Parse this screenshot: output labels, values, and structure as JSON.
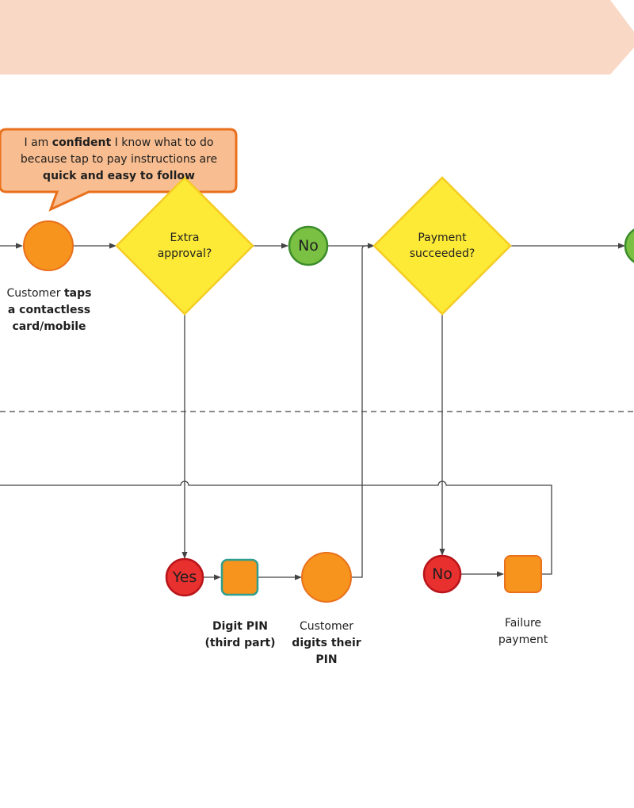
{
  "colors": {
    "banner": "#f9d8c6",
    "orange": "#f7941d",
    "orange_stroke": "#e9701c",
    "callout_fill": "#f8b98a",
    "yellow": "#fdea37",
    "yellow_stroke": "#f5cc24",
    "green": "#7ac143",
    "green_stroke": "#3b8c2a",
    "red": "#e8312f",
    "red_stroke": "#b8141a",
    "teal_stroke": "#2e9e8f",
    "line": "#444444"
  },
  "callout": {
    "line1_a": "I am ",
    "line1_b": "confident",
    "line1_c": " I know what to do",
    "line2": "because tap to pay instructions are",
    "line3": "quick and easy to follow"
  },
  "nodes": {
    "extra_approval": "Extra approval?",
    "payment_succeeded": "Payment succeeded?",
    "no_top": "No",
    "yes_bottom": "Yes",
    "no_bottom": "No"
  },
  "labels": {
    "tap_a": "Customer ",
    "tap_b": "taps",
    "tap_c": "a contactless",
    "tap_d": "card/mobile",
    "pin_a": "Digit PIN",
    "pin_b": "(third part)",
    "digits_a": "Customer",
    "digits_b": "digits their",
    "digits_c": "PIN",
    "fail_a": "Failure",
    "fail_b": "payment"
  }
}
